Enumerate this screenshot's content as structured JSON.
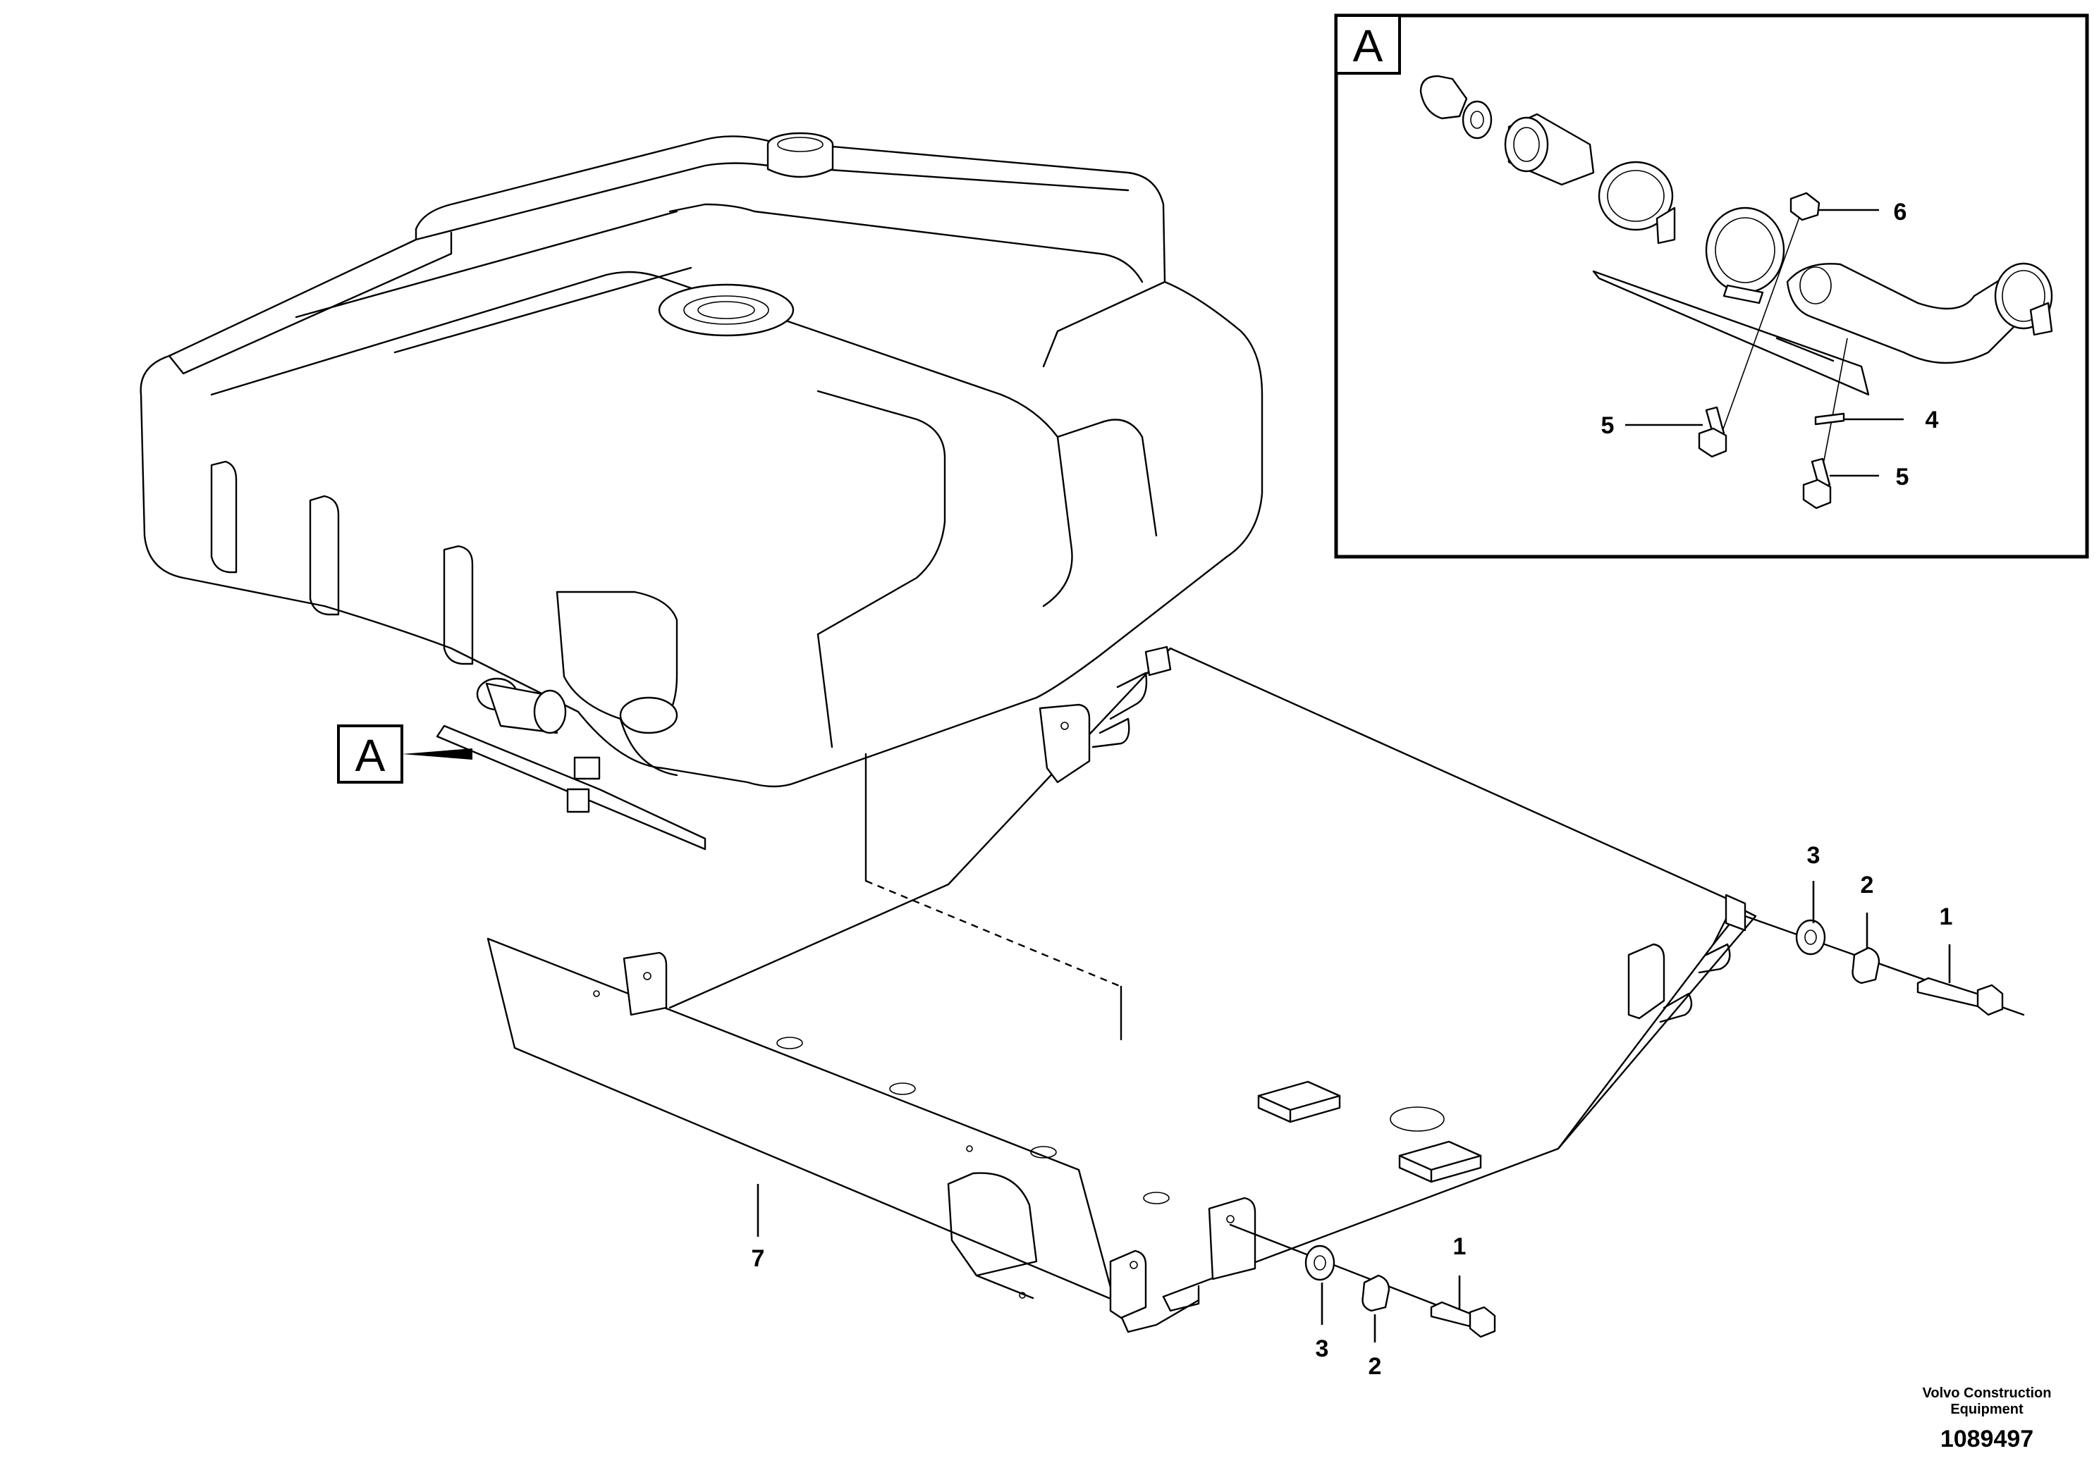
{
  "drawing": {
    "detail_view_letter": "A",
    "detail_marker_letter": "A",
    "callouts": {
      "bolt_right": "1",
      "spacer_right": "2",
      "washer_right": "3",
      "bolt_bottom": "1",
      "spacer_bottom": "2",
      "washer_bottom": "3",
      "guard_plate": "7",
      "detail_strap": "4",
      "detail_screw_left": "5",
      "detail_screw_bottom": "5",
      "detail_nut": "6"
    },
    "footer": {
      "brand_line_1": "Volvo Construction",
      "brand_line_2": "Equipment",
      "figure_number": "1089497"
    }
  }
}
